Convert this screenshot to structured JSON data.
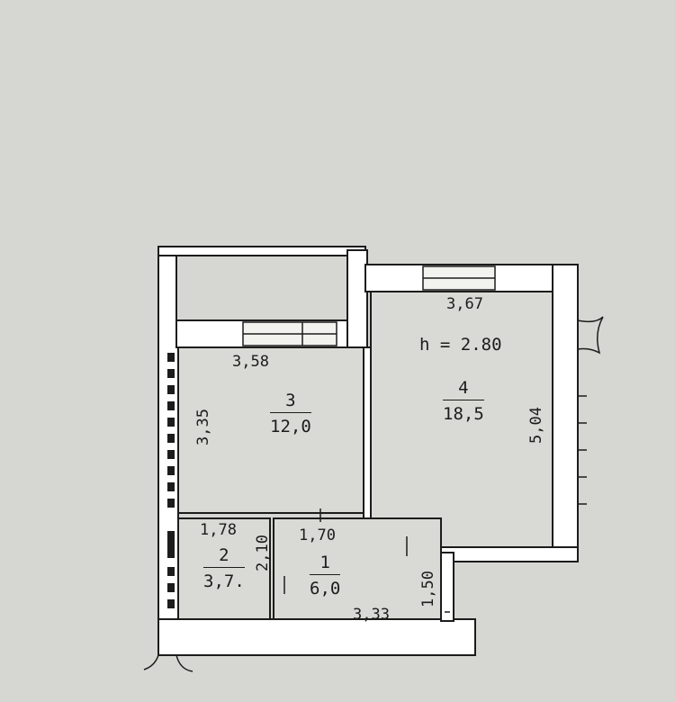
{
  "plan": {
    "ceiling_height": "h = 2.80",
    "rooms": [
      {
        "number": "1",
        "area": "6,0"
      },
      {
        "number": "2",
        "area": "3,7."
      },
      {
        "number": "3",
        "area": "12,0"
      },
      {
        "number": "4",
        "area": "18,5"
      }
    ],
    "dimensions": {
      "room3_width": "3,58",
      "room3_height": "3,35",
      "room4_width": "3,67",
      "room4_height": "5,04",
      "room2_width": "1,78",
      "room2_height": "2,10",
      "room1_width": "1,70",
      "room1_bottom": "3,33",
      "hall_height": "1,50"
    }
  },
  "colors": {
    "paper": "#d6d7d2",
    "ink": "#1c1c1c",
    "wall": "#ffffff"
  }
}
